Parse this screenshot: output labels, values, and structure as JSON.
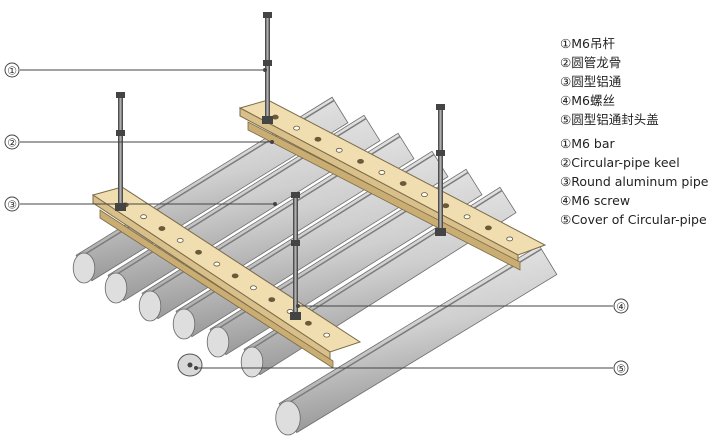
{
  "callouts": [
    "①",
    "②",
    "③",
    "④",
    "⑤"
  ],
  "legend_cn": [
    "①M6吊杆",
    "②圆管龙骨",
    "③圆型铝通",
    "④M6螺丝",
    "⑤圆型铝通封头盖"
  ],
  "legend_en": [
    "①M6  bar",
    "②Circular-pipe keel",
    "③Round aluminum pipe",
    "④M6 screw",
    "⑤Cover of Circular-pipe"
  ],
  "colors": {
    "keel": "#f1deb0",
    "keel_edge": "#7a6a48",
    "pipe_light": "#eeeeee",
    "pipe_dark": "#9a9a9a",
    "rod": "#555555",
    "line": "#444444"
  }
}
